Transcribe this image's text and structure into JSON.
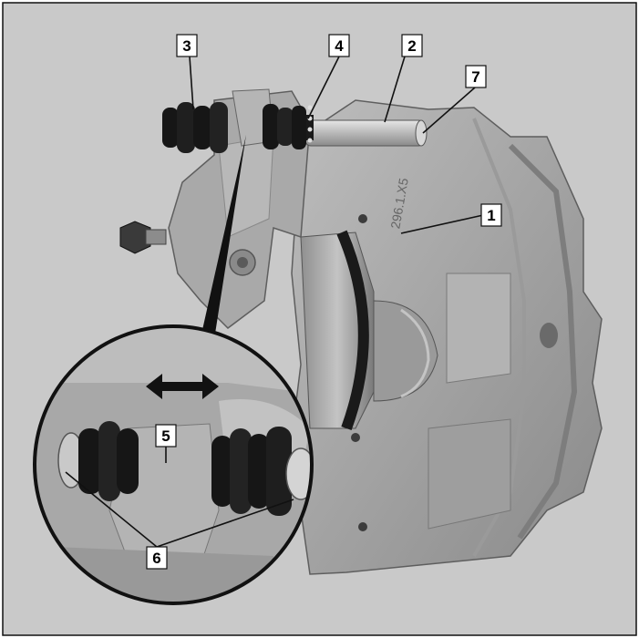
{
  "figure": {
    "background_color": "#c9c9c9",
    "frame_color": "#111111",
    "metal_color": "#a7a7a7",
    "metal_dark_color": "#6e6e6e",
    "rubber_color": "#161616",
    "callouts": [
      {
        "id": "c1",
        "label": "1"
      },
      {
        "id": "c2",
        "label": "2"
      },
      {
        "id": "c3",
        "label": "3"
      },
      {
        "id": "c4",
        "label": "4"
      },
      {
        "id": "c5",
        "label": "5"
      },
      {
        "id": "c6",
        "label": "6"
      },
      {
        "id": "c7",
        "label": "7"
      }
    ],
    "icons": [
      "double-arrow-icon",
      "magnifier-circle"
    ]
  }
}
